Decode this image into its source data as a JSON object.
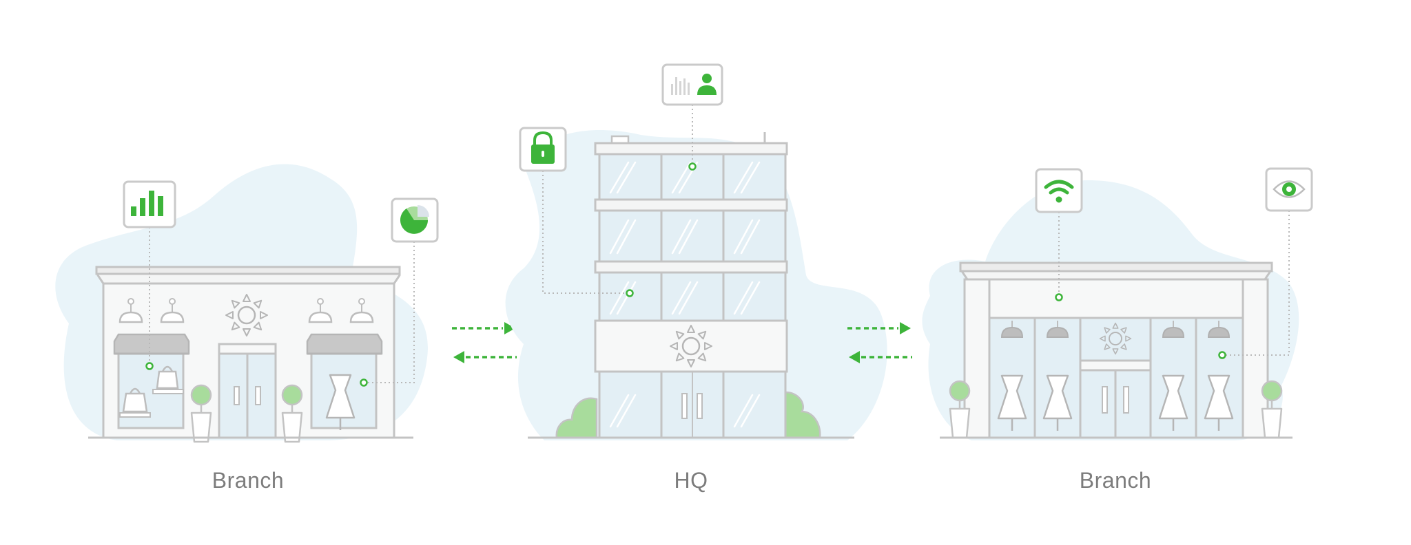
{
  "buildings": [
    {
      "id": "branch-left",
      "label": "Branch"
    },
    {
      "id": "hq",
      "label": "HQ"
    },
    {
      "id": "branch-right",
      "label": "Branch"
    }
  ],
  "colors": {
    "accent": "#3db43a",
    "accent_light": "#9ad78f",
    "outline": "#c3c3c3",
    "outline_dark": "#aaaaaa",
    "blob": "#e9f4f9",
    "glass": "#e3eff5",
    "label": "#7c7c7c"
  },
  "icons": {
    "branch_left": [
      "bar-chart-icon",
      "pie-chart-icon"
    ],
    "hq": [
      "lock-icon",
      "analytics-user-icon"
    ],
    "branch_right": [
      "wifi-icon",
      "eye-icon"
    ],
    "arrows": [
      "arrow-right-icon",
      "arrow-left-icon"
    ]
  }
}
